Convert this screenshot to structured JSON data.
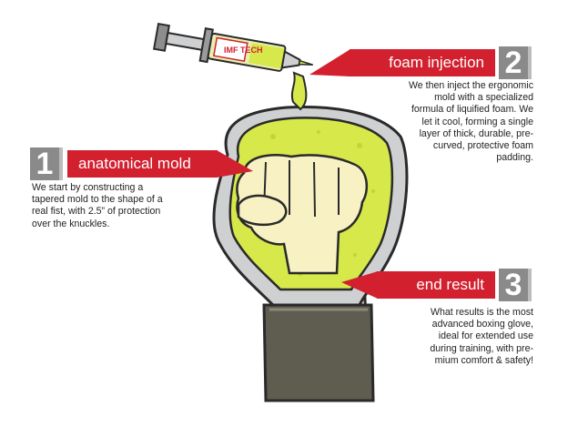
{
  "steps": [
    {
      "number": "1",
      "title": "anatomical mold",
      "description": "We start by constructing a tapered mold to the shape of a real fist, with 2.5” of protection over the knuckles."
    },
    {
      "number": "2",
      "title": "foam injection",
      "description": "We then inject the ergonomic mold with a specialized formula of liquified foam. We let it cool, forming a single layer of thick, durable, pre-curved, protective foam padding."
    },
    {
      "number": "3",
      "title": "end result",
      "description": "What results is the most advanced boxing glove, ideal for extended use during training, with pre-mium comfort & safety!"
    }
  ],
  "syringe_logo": "IMF TECH",
  "colors": {
    "accent": "#d2202f",
    "foam": "#d6e84a",
    "number_box": "#8a8a8a",
    "wrist_band": "#5f5d50"
  }
}
